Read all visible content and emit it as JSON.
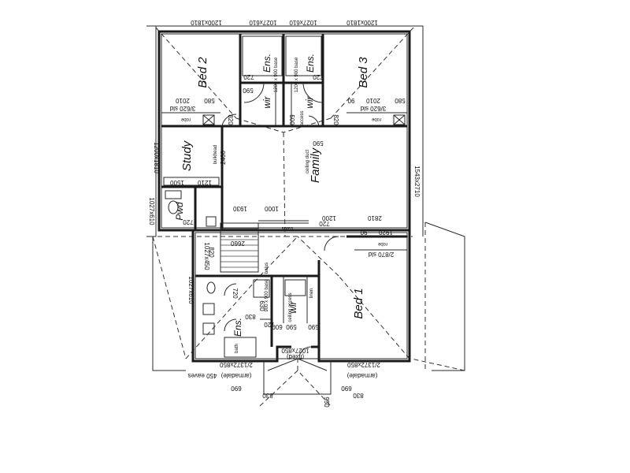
{
  "rooms": {
    "bed2": "Bed 2",
    "bed3": "Bed 3",
    "bed1": "Bed 1",
    "study": "Study",
    "family": "Family",
    "pwd": "Pwd",
    "ens_left": "Ens.",
    "ens_right": "Ens.",
    "ens_lower": "Ens.",
    "wir_left": "wir",
    "wir_right": "wir",
    "wir_lower": "wir"
  },
  "fixtures": {
    "robe_top_left": "robe",
    "robe_top_right": "robe",
    "robe_bed1": "robe",
    "bath": "bath",
    "balus_top": "balus",
    "balus_mid": "balus",
    "bulkhead": "bulkhead",
    "ceiling_duct": "ceiling duct",
    "access_hatch": "access",
    "ceiling_access": "ceiling access",
    "linen": "linen",
    "shower_left": "1200 x 900 base",
    "shower_right": "1200 x 900 base",
    "shower_lower": "900 x 900 base"
  },
  "dimensions": {
    "win_top_left": "1200x1810",
    "win_top_mid_left": "1027x610",
    "win_top_mid_right": "1027x610",
    "win_top_right": "1200x1810",
    "win_left_study": "1200x1810",
    "win_left_pwd": "1027x610",
    "win_right_family": "1543x2710",
    "win_left_ens": "1027x610",
    "win_left_stair": "1027x450",
    "win_bottom_left": "2/1372x850",
    "win_bottom_right": "2/1372x850",
    "win_bottom_mid": "1027x850",
    "fixed": "(fixed)",
    "d2010_left": "2010",
    "d2010_right": "2010",
    "d580_left": "580",
    "d580_right": "580",
    "d90_right": "90",
    "sld_left": "3/620 sld",
    "sld_right": "3/620 sld",
    "sld_bed1": "2/870 sld",
    "d820_left": "820",
    "d820_right": "820",
    "d720_a": "720",
    "d720_b": "720",
    "d720_c": "720",
    "d720_d": "720",
    "d720_e": "720",
    "d720_f": "720",
    "d500": "500",
    "d590_a": "590",
    "d590_b": "590",
    "d2400": "2400",
    "d1500": "1500",
    "d1210": "1210",
    "d1930": "1930",
    "d1000": "1000",
    "d1200": "1200",
    "d2810": "2810",
    "d1920": "1920",
    "d90_bed1": "90",
    "d2660": "2660",
    "d830_a": "830",
    "d830_b": "830",
    "d830_c": "830",
    "d630": "630",
    "d600": "600",
    "d590_c": "590",
    "d590_d": "590",
    "d690_a": "690",
    "d690_b": "690",
    "d950": "950",
    "eaves": "450 eaves",
    "arnadale_left": "(armadale)",
    "arnadale_right": "(armadale)",
    "d820_stair": "820"
  }
}
